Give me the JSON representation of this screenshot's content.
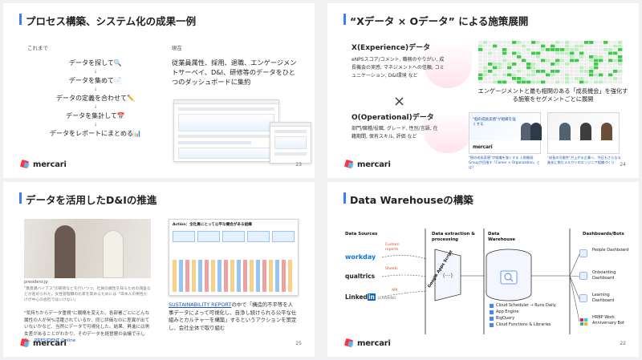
{
  "slides": {
    "s1": {
      "title": "プロセス構築、システム化の成果一例",
      "before_label": "これまで",
      "now_label": "現在",
      "steps": [
        "データを探して🔍",
        "データを集めて📄",
        "データの定義を合わせて✏️",
        "データを集計して📅",
        "データをレポートにまとめる📊"
      ],
      "arrow": "↓",
      "description": "従業員属性、採用、退職、エンゲージメントサーベイ、D&I、研修等のデータをひとつのダッシュボードに集約",
      "page": "23"
    },
    "s2": {
      "title": "“Xデータ × Oデータ” による施策展開",
      "x_heading": "X(Experience)データ",
      "x_desc": "eNPSスコア/コメント, 職務のやりがい, 成長機会の実感, マネジメントへの信頼, コミュニケーション, D&I環境 など",
      "times": "×",
      "o_heading": "O(Operational)データ",
      "o_desc": "部門/職種/役職, グレード, 性別/言語, 在籍期間, 保有スキル, 評価 など",
      "caption": "エンゲージメントと最も相関のある「成長機会」を強化する施策をセグメントごとに展開",
      "card1_label": "\"個の成長実感\"が組織を強くする",
      "card1_link": "\"個の成長実感\"が組織を強くする 人財開発Groupが目指す「Career × Organization」とは？",
      "card2_link": "\"成長の可能性\"が上がる企業へ、今日もさらなる進化に挑むメルカリのエンジニア組織づくり",
      "page": "24"
    },
    "s3": {
      "title": "データを活用したD&Iの推進",
      "source": "president.jp",
      "small_text": "\"無意識バイアス\"の研修などを行いつつ、社員の属性を知るための調査などが進められた。女性管理職の比率を高めるためには「日本人の男性だけが中心の会社ではいけない」",
      "quote": "\"気持ちからデータ重視\"に戦略を変えた。各部署ごとにどんな属性の人が何%活躍されているか、同じ評価なのに差異が出ていないかなど、当然にデータで可視化した。結果、昇進には男女差があることがわかり、そのデータを経営層の会議で示した。",
      "quote_link": "PRESIDENT Online",
      "shot_title": "Action：全社員にとって公平な機会がある組織",
      "desc_link": "SUSTAINABILITY REPORT",
      "desc": "の中で「構造的不平等を人事データによって可視化し、自浄し続けられる公平な仕組みとカルチャーを構築」するというアクションを策定し、会社全体で取り組む",
      "page": "25"
    },
    "s4": {
      "title": "Data Warehouseの構築",
      "sources_label": "Data Sources",
      "extraction_label": "Data extraction & processing",
      "warehouse_label": "Data Warehouse",
      "dashboards_label": "Dashboards/Bots",
      "custom_reports": "Custom reports",
      "sheets": "Sheets",
      "api": "API",
      "workday": "workday",
      "qualtrics": "qualtrics",
      "linkedin": "Linked",
      "linkedin_in": "in",
      "learning": "LEARNING",
      "apps_script": "Google Apps Script",
      "cloud_scheduler": "Cloud Scheduler → Runs Daily",
      "app_engine": "App Engine",
      "bigquery": "BigQuery",
      "cloud_functions": "Cloud Functions & Libraries",
      "dash1": "People Dashboard",
      "dash2": "Onboarding Dashboard",
      "dash3": "Learning Dashboard",
      "dash4": "HRBP Work Anniversary Bot",
      "page": "22"
    },
    "logo": "mercari",
    "colors": {
      "accent": "#3a7cff",
      "brand_red": "#ff333f",
      "brand_blue": "#4dc9ff"
    }
  }
}
